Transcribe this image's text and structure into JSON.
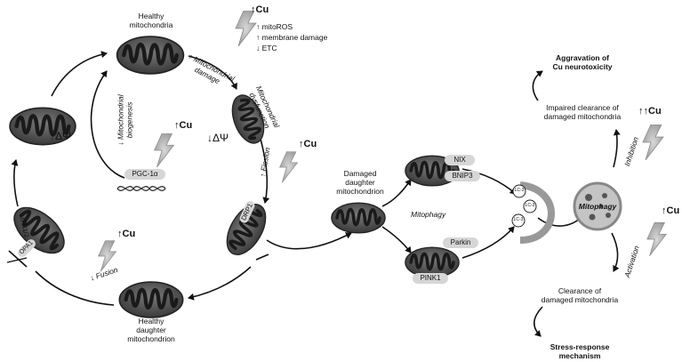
{
  "cycle": {
    "healthy_mito": "Healthy\nmitochondria",
    "mito_damage": "↑ Mitochondrial\ndamage",
    "mito_dysfunction": "Mitochondrial\ndysfunction",
    "delta_psi_down": "↓ΔΨ",
    "delta_psi_up": "↑ΔΨ",
    "fission": "↑ Fission",
    "drp1": "DRP1",
    "fusion": "↓ Fusion",
    "mfn12": "MFN1/2",
    "opa1": "OPA1",
    "healthy_daughter": "Healthy\ndaughter\nmitochondrion",
    "biogenesis": "↓ Mitochondrial\nbiogenesis",
    "pgc1a": "PGC-1α",
    "effects": [
      "↑ mitoROS",
      "↑ membrane damage",
      "↓ ETC"
    ]
  },
  "cu": {
    "single": "↑Cu",
    "double": "↑↑Cu"
  },
  "mitophagy": {
    "damaged_daughter": "Damaged\ndaughter\nmitochondrion",
    "label": "Mitophagy",
    "nix": "NIX",
    "bnip3": "BNIP3",
    "parkin": "Parkin",
    "pink1": "PINK1",
    "lc3": "LC-3",
    "lysosome_label": "Mitophagy"
  },
  "outcomes": {
    "aggravation": "Aggravation of\nCu neurotoxicity",
    "impaired": "Impaired clearance of\ndamaged mitochondria",
    "inhibition": "Inhibition",
    "activation": "Activation",
    "clearance": "Clearance of\ndamaged mitochondria",
    "stress": "Stress-response\nmechanism"
  }
}
